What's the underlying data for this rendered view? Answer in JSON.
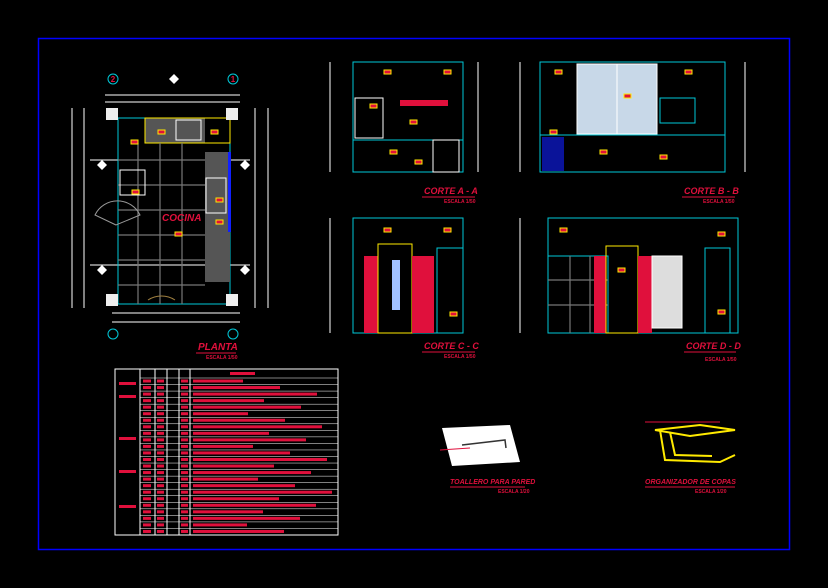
{
  "sheet": {
    "plan": {
      "title": "PLANTA",
      "scale": "ESCALA 1/50",
      "room_label": "COCINA",
      "axes": [
        "2",
        "1"
      ]
    },
    "sections": [
      {
        "title": "CORTE A - A",
        "scale": "ESCALA 1/50"
      },
      {
        "title": "CORTE B - B",
        "scale": "ESCALA 1/50"
      },
      {
        "title": "CORTE C - C",
        "scale": "ESCALA 1/50"
      },
      {
        "title": "CORTE D - D",
        "scale": "ESCALA 1/50"
      }
    ],
    "details": [
      {
        "title": "TOALLERO PARA PARED",
        "scale": "ESCALA 1/20"
      },
      {
        "title": "ORGANIZADOR DE COPAS",
        "scale": "ESCALA 1/20"
      }
    ],
    "table": {
      "rows": 24
    },
    "colors": {
      "frame": "#0000ff",
      "text": "#e0103c",
      "wall": "#00c8d8",
      "accent": "#ffea00"
    }
  }
}
